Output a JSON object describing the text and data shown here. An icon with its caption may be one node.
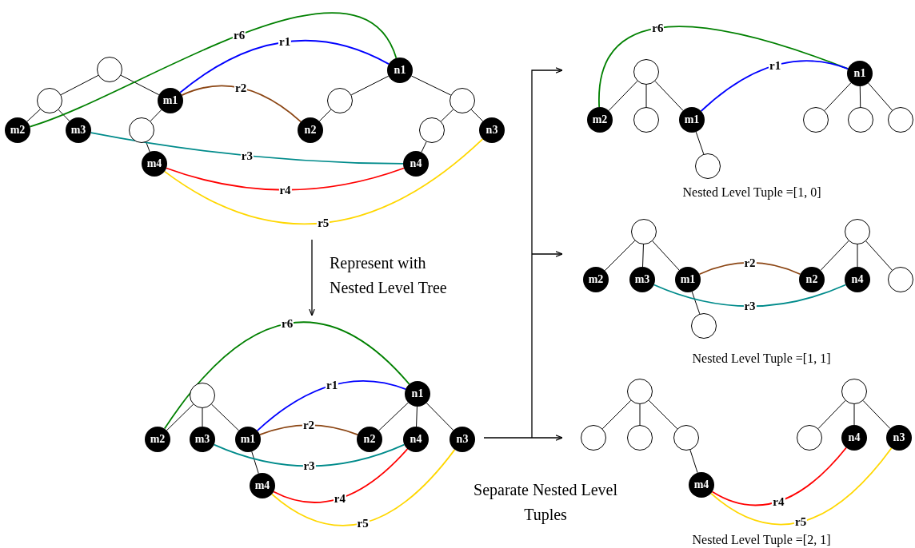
{
  "diagram": {
    "nodes": [
      {
        "text": [],
        "shape": "circle"
      },
      {
        "text": [
          "n1"
        ]
      },
      {
        "text": [],
        "shape": "circle"
      },
      {
        "text": [
          "m1"
        ]
      },
      {
        "text": [],
        "shape": "circle"
      },
      {
        "text": [],
        "shape": "circle"
      },
      {
        "text": [
          "m2"
        ]
      },
      {
        "text": [
          "m3"
        ]
      },
      {
        "text": [],
        "shape": "circle"
      },
      {
        "text": [
          "n2"
        ]
      },
      {
        "text": [],
        "shape": "circle"
      },
      {
        "text": [
          "n3"
        ]
      },
      {
        "text": [
          "m4"
        ]
      },
      {
        "text": [
          "n4"
        ]
      },
      {
        "text": [],
        "shape": "circle"
      },
      {
        "text": [
          "n1"
        ]
      },
      {
        "text": [
          "m2"
        ]
      },
      {
        "text": [],
        "shape": "circle"
      },
      {
        "text": [
          "m1"
        ]
      },
      {
        "text": [],
        "shape": "circle"
      },
      {
        "text": [],
        "shape": "circle"
      },
      {
        "text": [],
        "shape": "circle"
      },
      {
        "text": [],
        "shape": "circle"
      },
      {
        "text": [],
        "shape": "circle"
      },
      {
        "text": [],
        "shape": "circle"
      },
      {
        "text": [
          "m2"
        ]
      },
      {
        "text": [
          "m3"
        ]
      },
      {
        "text": [
          "m1"
        ]
      },
      {
        "text": [
          "n2"
        ]
      },
      {
        "text": [
          "n4"
        ]
      },
      {
        "text": [],
        "shape": "circle"
      },
      {
        "text": [],
        "shape": "circle"
      },
      {
        "text": [],
        "shape": "circle"
      },
      {
        "text": [
          "n1"
        ]
      },
      {
        "text": [
          "m2"
        ]
      },
      {
        "text": [
          "m3"
        ]
      },
      {
        "text": [
          "m1"
        ]
      },
      {
        "text": [
          "n2"
        ]
      },
      {
        "text": [
          "n4"
        ]
      },
      {
        "text": [
          "n3"
        ]
      },
      {
        "text": [
          "m4"
        ]
      },
      {
        "text": [],
        "shape": "circle"
      },
      {
        "text": [],
        "shape": "circle"
      },
      {
        "text": [],
        "shape": "circle"
      },
      {
        "text": [],
        "shape": "circle"
      },
      {
        "text": [],
        "shape": "circle"
      },
      {
        "text": [],
        "shape": "circle"
      },
      {
        "text": [
          "n4"
        ]
      },
      {
        "text": [
          "n3"
        ]
      },
      {
        "text": [
          "m4"
        ]
      }
    ],
    "edges": [
      {
        "from": 0,
        "to": 2,
        "arrow": "none"
      },
      {
        "from": 0,
        "to": 3,
        "arrow": "none"
      },
      {
        "from": 2,
        "to": 6,
        "arrow": "none"
      },
      {
        "from": 2,
        "to": 7,
        "arrow": "none"
      },
      {
        "from": 3,
        "to": 8,
        "arrow": "none"
      },
      {
        "from": 8,
        "to": 12,
        "arrow": "none"
      },
      {
        "from": 1,
        "to": 4,
        "arrow": "none"
      },
      {
        "from": 1,
        "to": 5,
        "arrow": "none"
      },
      {
        "from": 4,
        "to": 9,
        "arrow": "none"
      },
      {
        "from": 5,
        "to": 10,
        "arrow": "none"
      },
      {
        "from": 5,
        "to": 11,
        "arrow": "none"
      },
      {
        "from": 10,
        "to": 13,
        "arrow": "none"
      },
      {
        "from": 6,
        "to": 1,
        "arrow": "none",
        "label": "r6",
        "color": "#008000"
      },
      {
        "from": 3,
        "to": 1,
        "arrow": "none",
        "label": "r1",
        "color": "#0000ff"
      },
      {
        "from": 3,
        "to": 9,
        "arrow": "none",
        "label": "r2",
        "color": "#8b4513"
      },
      {
        "from": 7,
        "to": 13,
        "arrow": "none",
        "label": "r3",
        "color": "#008b8b"
      },
      {
        "from": 12,
        "to": 13,
        "arrow": "none",
        "label": "r4",
        "color": "#ff0000"
      },
      {
        "from": 12,
        "to": 11,
        "arrow": "none",
        "label": "r5",
        "color": "#ffd700"
      },
      {
        "from": 14,
        "to": 16,
        "arrow": "none"
      },
      {
        "from": 14,
        "to": 17,
        "arrow": "none"
      },
      {
        "from": 14,
        "to": 18,
        "arrow": "none"
      },
      {
        "from": 18,
        "to": 22,
        "arrow": "none"
      },
      {
        "from": 15,
        "to": 19,
        "arrow": "none"
      },
      {
        "from": 15,
        "to": 20,
        "arrow": "none"
      },
      {
        "from": 15,
        "to": 21,
        "arrow": "none"
      },
      {
        "from": 16,
        "to": 15,
        "arrow": "none",
        "label": "r6",
        "color": "#008000"
      },
      {
        "from": 18,
        "to": 15,
        "arrow": "none",
        "label": "r1",
        "color": "#0000ff"
      },
      {
        "from": 23,
        "to": 25,
        "arrow": "none"
      },
      {
        "from": 23,
        "to": 26,
        "arrow": "none"
      },
      {
        "from": 23,
        "to": 27,
        "arrow": "none"
      },
      {
        "from": 27,
        "to": 31,
        "arrow": "none"
      },
      {
        "from": 24,
        "to": 28,
        "arrow": "none"
      },
      {
        "from": 24,
        "to": 29,
        "arrow": "none"
      },
      {
        "from": 24,
        "to": 30,
        "arrow": "none"
      },
      {
        "from": 27,
        "to": 28,
        "arrow": "none",
        "label": "r2",
        "color": "#8b4513"
      },
      {
        "from": 26,
        "to": 29,
        "arrow": "none",
        "label": "r3",
        "color": "#008b8b"
      },
      {
        "from": 32,
        "to": 34,
        "arrow": "none"
      },
      {
        "from": 32,
        "to": 35,
        "arrow": "none"
      },
      {
        "from": 32,
        "to": 36,
        "arrow": "none"
      },
      {
        "from": 36,
        "to": 40,
        "arrow": "none"
      },
      {
        "from": 33,
        "to": 37,
        "arrow": "none"
      },
      {
        "from": 33,
        "to": 38,
        "arrow": "none"
      },
      {
        "from": 33,
        "to": 39,
        "arrow": "none"
      },
      {
        "from": 34,
        "to": 33,
        "arrow": "none",
        "label": "r6",
        "color": "#008000"
      },
      {
        "from": 36,
        "to": 33,
        "arrow": "none",
        "label": "r1",
        "color": "#0000ff"
      },
      {
        "from": 36,
        "to": 37,
        "arrow": "none",
        "label": "r2",
        "color": "#8b4513"
      },
      {
        "from": 35,
        "to": 38,
        "arrow": "none",
        "label": "r3",
        "color": "#008b8b"
      },
      {
        "from": 40,
        "to": 38,
        "arrow": "none",
        "label": "r4",
        "color": "#ff0000"
      },
      {
        "from": 40,
        "to": 39,
        "arrow": "none",
        "label": "r5",
        "color": "#ffd700"
      },
      {
        "from": 41,
        "to": 43,
        "arrow": "none"
      },
      {
        "from": 41,
        "to": 44,
        "arrow": "none"
      },
      {
        "from": 41,
        "to": 45,
        "arrow": "none"
      },
      {
        "from": 45,
        "to": 49,
        "arrow": "none"
      },
      {
        "from": 42,
        "to": 46,
        "arrow": "none"
      },
      {
        "from": 42,
        "to": 47,
        "arrow": "none"
      },
      {
        "from": 42,
        "to": 48,
        "arrow": "none"
      },
      {
        "from": 49,
        "to": 47,
        "arrow": "none",
        "label": "r4",
        "color": "#ff0000"
      },
      {
        "from": 49,
        "to": 48,
        "arrow": "none",
        "label": "r5",
        "color": "#ffd700"
      }
    ],
    "labels": [
      "Nested Level Tuple =[1, 0]",
      "Represent with Nested Level Tree",
      "Nested Level Tuple =[1, 1]",
      "Separate Nested Level Tuples",
      "Nested Level Tuple =[2, 1]"
    ]
  }
}
